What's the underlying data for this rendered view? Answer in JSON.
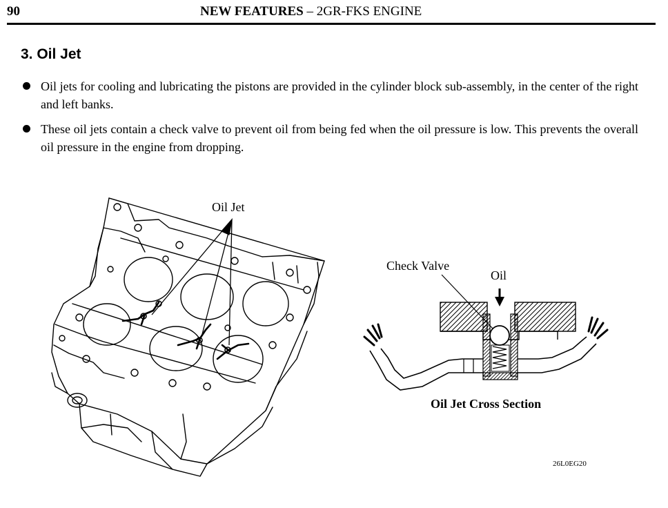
{
  "header": {
    "page_number": "90",
    "title_bold": "NEW FEATURES",
    "title_rest": " – 2GR-FKS ENGINE"
  },
  "section": {
    "title": "3.  Oil Jet",
    "bullets": [
      "Oil jets for cooling and lubricating the pistons are provided in the cylinder block sub-assembly, in the center of the right and left banks.",
      "These oil jets contain a check valve to prevent oil from being fed when the oil pressure is low. This prevents the overall oil pressure in the engine from dropping."
    ]
  },
  "figure": {
    "label_oil_jet": "Oil Jet",
    "label_check_valve": "Check Valve",
    "label_oil": "Oil",
    "caption": "Oil Jet Cross Section",
    "code": "26L0EG20"
  }
}
